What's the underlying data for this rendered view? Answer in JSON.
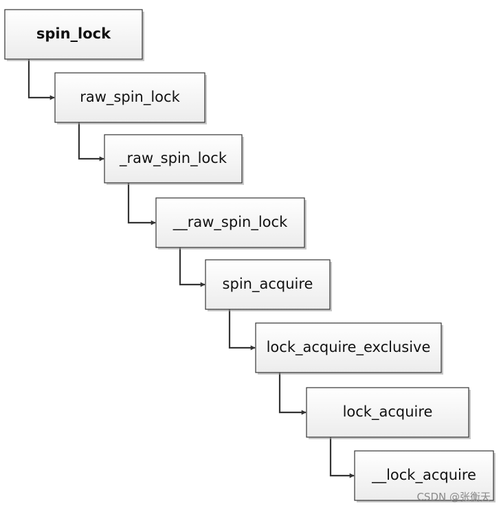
{
  "diagram": {
    "nodes": [
      {
        "id": "n0",
        "label": "spin_lock",
        "bold": true
      },
      {
        "id": "n1",
        "label": "raw_spin_lock",
        "bold": false
      },
      {
        "id": "n2",
        "label": "_raw_spin_lock",
        "bold": false
      },
      {
        "id": "n3",
        "label": "__raw_spin_lock",
        "bold": false
      },
      {
        "id": "n4",
        "label": "spin_acquire",
        "bold": false
      },
      {
        "id": "n5",
        "label": "lock_acquire_exclusive",
        "bold": false
      },
      {
        "id": "n6",
        "label": "lock_acquire",
        "bold": false
      },
      {
        "id": "n7",
        "label": "__lock_acquire",
        "bold": false
      }
    ],
    "edges": [
      {
        "from": "n0",
        "to": "n1"
      },
      {
        "from": "n1",
        "to": "n2"
      },
      {
        "from": "n2",
        "to": "n3"
      },
      {
        "from": "n3",
        "to": "n4"
      },
      {
        "from": "n4",
        "to": "n5"
      },
      {
        "from": "n5",
        "to": "n6"
      },
      {
        "from": "n6",
        "to": "n7"
      }
    ]
  },
  "watermark": {
    "text": "CSDN @张衡天"
  }
}
